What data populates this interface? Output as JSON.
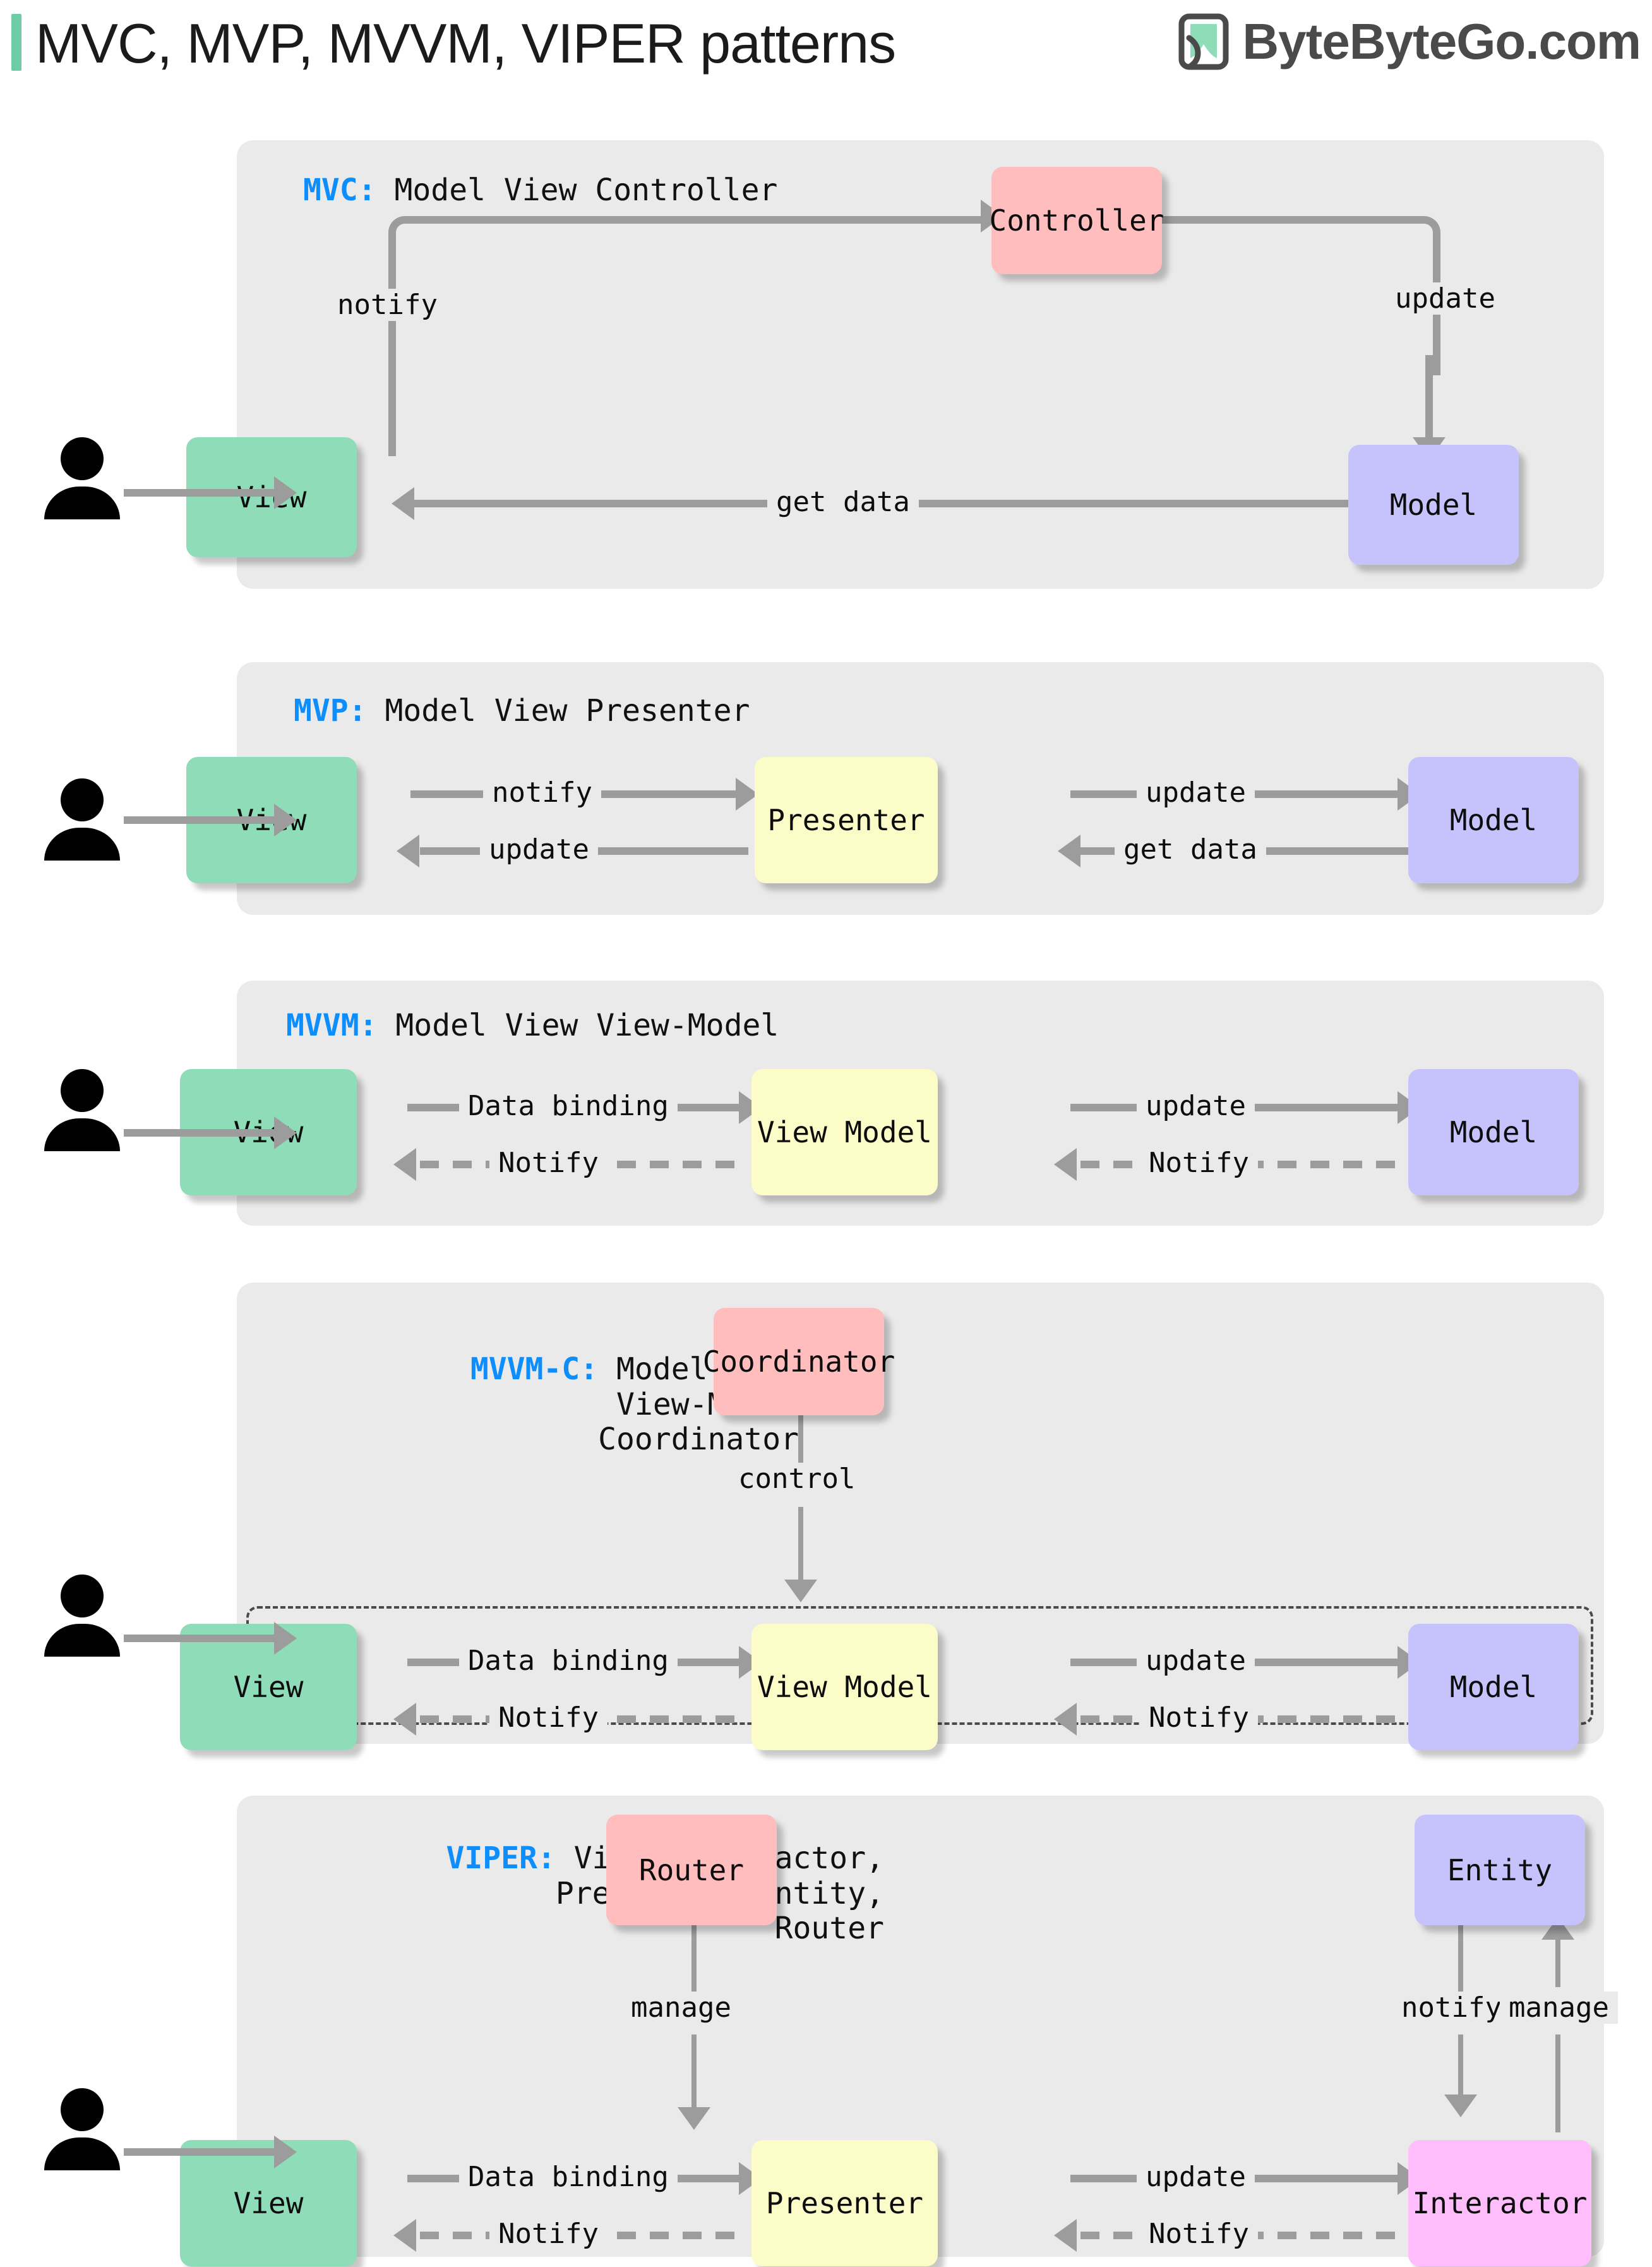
{
  "header": {
    "title": "MVC, MVP, MVVM, VIPER patterns",
    "brand": "ByteByteGo.com",
    "logo_icon": "bytebytego-logo-icon",
    "accent_color": "#6ECCA5"
  },
  "colors": {
    "panel_bg": "#eaeaea",
    "view": "#8EDCB8",
    "model": "#C6C2FC",
    "controller": "#FFBDBD",
    "presenter": "#FCFCC8",
    "interactor": "#FFBDFB",
    "arrow": "#9c9c9c",
    "keyword": "#0d8efc"
  },
  "sections": [
    {
      "id": "mvc",
      "keyword": "MVC:",
      "subtitle": " Model View Controller",
      "nodes": [
        {
          "id": "view",
          "label": "View"
        },
        {
          "id": "controller",
          "label": "Controller"
        },
        {
          "id": "model",
          "label": "Model"
        }
      ],
      "edges": [
        {
          "from": "view",
          "to": "controller",
          "label": "notify",
          "style": "solid"
        },
        {
          "from": "controller",
          "to": "model",
          "label": "update",
          "style": "solid"
        },
        {
          "from": "model",
          "to": "view",
          "label": "get data",
          "style": "solid"
        }
      ],
      "actor": "user-icon"
    },
    {
      "id": "mvp",
      "keyword": "MVP:",
      "subtitle": " Model View Presenter",
      "nodes": [
        {
          "id": "view",
          "label": "View"
        },
        {
          "id": "presenter",
          "label": "Presenter"
        },
        {
          "id": "model",
          "label": "Model"
        }
      ],
      "edges": [
        {
          "from": "view",
          "to": "presenter",
          "label": "notify",
          "style": "solid"
        },
        {
          "from": "presenter",
          "to": "model",
          "label": "update",
          "style": "solid"
        },
        {
          "from": "presenter",
          "to": "view",
          "label": "update",
          "style": "solid"
        },
        {
          "from": "model",
          "to": "presenter",
          "label": "get data",
          "style": "solid"
        }
      ],
      "actor": "user-icon"
    },
    {
      "id": "mvvm",
      "keyword": "MVVM:",
      "subtitle": " Model View View-Model",
      "nodes": [
        {
          "id": "view",
          "label": "View"
        },
        {
          "id": "viewmodel",
          "label": "View Model"
        },
        {
          "id": "model",
          "label": "Model"
        }
      ],
      "edges": [
        {
          "from": "view",
          "to": "viewmodel",
          "label": "Data binding",
          "style": "solid"
        },
        {
          "from": "viewmodel",
          "to": "model",
          "label": "update",
          "style": "solid"
        },
        {
          "from": "viewmodel",
          "to": "view",
          "label": "Notify",
          "style": "dashed"
        },
        {
          "from": "model",
          "to": "viewmodel",
          "label": "Notify",
          "style": "dashed"
        }
      ],
      "actor": "user-icon"
    },
    {
      "id": "mvvmc",
      "keyword": "MVVM-C:",
      "subtitle": " Model View",
      "subtitle_line2": "View-Model",
      "subtitle_line3": "Coordinator",
      "nodes": [
        {
          "id": "coordinator",
          "label": "Coordinator"
        },
        {
          "id": "view",
          "label": "View"
        },
        {
          "id": "viewmodel",
          "label": "View Model"
        },
        {
          "id": "model",
          "label": "Model"
        }
      ],
      "edges": [
        {
          "from": "coordinator",
          "to": "group",
          "label": "control",
          "style": "solid"
        },
        {
          "from": "view",
          "to": "viewmodel",
          "label": "Data binding",
          "style": "solid"
        },
        {
          "from": "viewmodel",
          "to": "model",
          "label": "update",
          "style": "solid"
        },
        {
          "from": "viewmodel",
          "to": "view",
          "label": "Notify",
          "style": "dashed"
        },
        {
          "from": "model",
          "to": "viewmodel",
          "label": "Notify",
          "style": "dashed"
        }
      ],
      "actor": "user-icon"
    },
    {
      "id": "viper",
      "keyword": "VIPER:",
      "subtitle": " View, Interactor,",
      "subtitle_line2": "Presenter, Entity,",
      "subtitle_line3": "Router",
      "nodes": [
        {
          "id": "router",
          "label": "Router"
        },
        {
          "id": "entity",
          "label": "Entity"
        },
        {
          "id": "view",
          "label": "View"
        },
        {
          "id": "presenter",
          "label": "Presenter"
        },
        {
          "id": "interactor",
          "label": "Interactor"
        }
      ],
      "edges": [
        {
          "from": "router",
          "to": "presenter",
          "label": "manage",
          "style": "solid"
        },
        {
          "from": "entity",
          "to": "interactor",
          "label": "notify",
          "style": "solid"
        },
        {
          "from": "interactor",
          "to": "entity",
          "label": "manage",
          "style": "solid"
        },
        {
          "from": "view",
          "to": "presenter",
          "label": "Data binding",
          "style": "solid"
        },
        {
          "from": "presenter",
          "to": "interactor",
          "label": "update",
          "style": "solid"
        },
        {
          "from": "presenter",
          "to": "view",
          "label": "Notify",
          "style": "dashed"
        },
        {
          "from": "interactor",
          "to": "presenter",
          "label": "Notify",
          "style": "dashed"
        }
      ],
      "actor": "user-icon"
    }
  ]
}
